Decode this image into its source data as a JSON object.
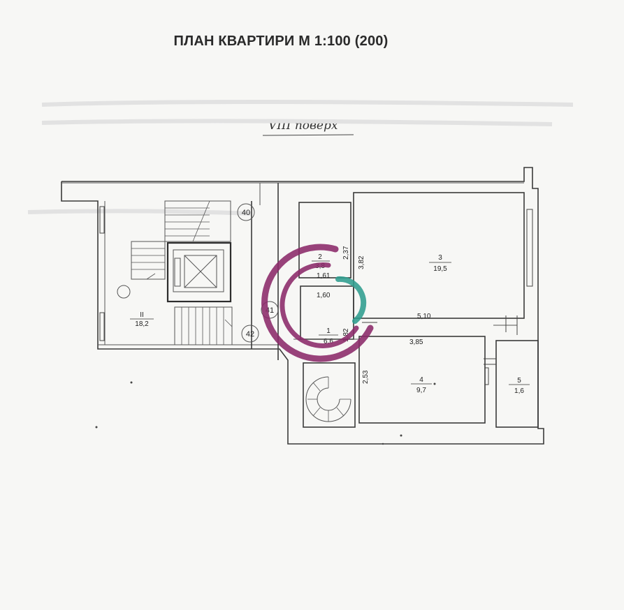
{
  "title": "ПЛАН КВАРТИРИ М 1:100 (200)",
  "floor_label": "VIII поверх",
  "circle_tags": [
    "40",
    "41",
    "42"
  ],
  "rooms": [
    {
      "num": "II",
      "area": "18,2"
    },
    {
      "num": "1",
      "area": "6,6"
    },
    {
      "num": "2",
      "area": "3,8"
    },
    {
      "num": "3",
      "area": "19,5"
    },
    {
      "num": "4",
      "area": "9,7"
    },
    {
      "num": "5",
      "area": "1,6"
    }
  ],
  "dimensions": {
    "d237": "2,37",
    "d382": "3,82",
    "d161": "1,61",
    "d160": "1,60",
    "d510": "5,10",
    "d385": "3,85",
    "d253": "2,53",
    "d382b": "1,82"
  },
  "colors": {
    "logo_purple": "#8c2a6a",
    "logo_teal": "#2f9e8f",
    "line": "#3a3a3a"
  },
  "icons": {
    "logo": "double-arc-watermark",
    "elevator": "elevator-cross-box"
  }
}
